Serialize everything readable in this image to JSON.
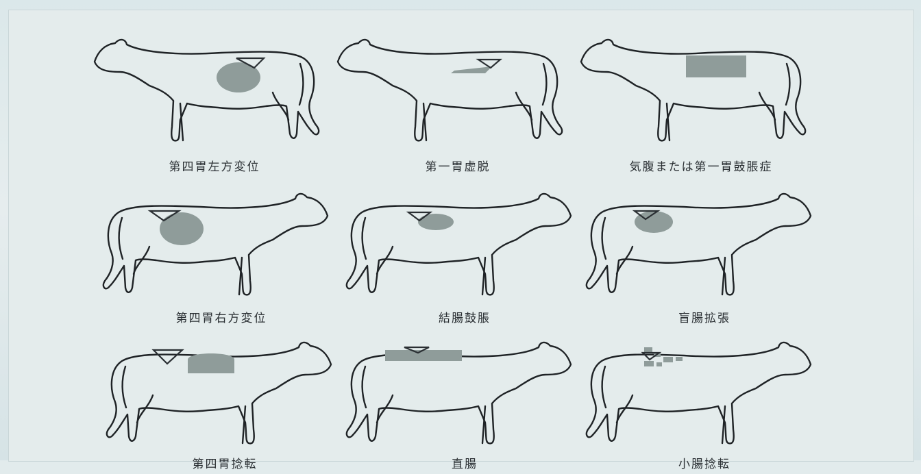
{
  "captions": {
    "p1": "第四胃左方変位",
    "p2": "第一胃虚脱",
    "p3": "気腹または第一胃鼓脹症",
    "p4": "第四胃右方変位",
    "p5": "結腸鼓脹",
    "p6": "盲腸拡張",
    "p7": "第四胃捻転",
    "p8": "直腸",
    "p9": "小腸捻転"
  },
  "colors": {
    "ping_area": "#8f9c9a",
    "outline": "#1f2326",
    "background": "#e4ecec"
  }
}
